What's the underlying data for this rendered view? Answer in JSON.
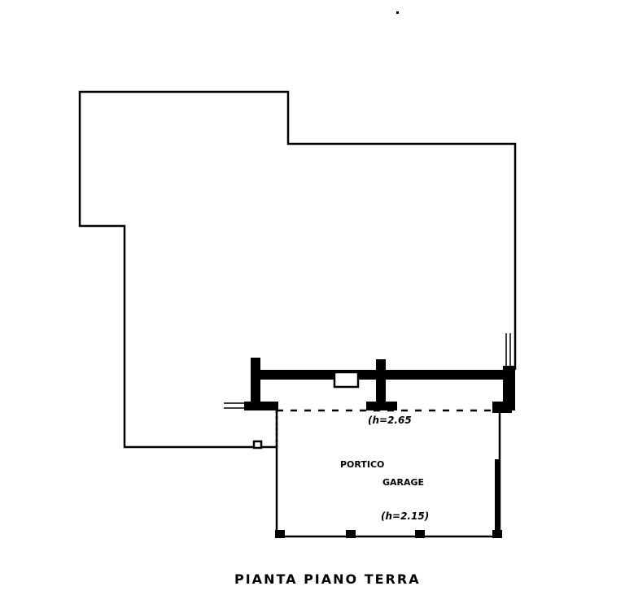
{
  "title": "PIANTA PIANO TERRA",
  "rooms": {
    "portico": "PORTICO",
    "garage": "GARAGE"
  },
  "heights": {
    "portico_height": "(h=2.65",
    "garage_height": "(h=2.15)"
  },
  "colors": {
    "ink": "#000000",
    "paper": "#ffffff"
  }
}
